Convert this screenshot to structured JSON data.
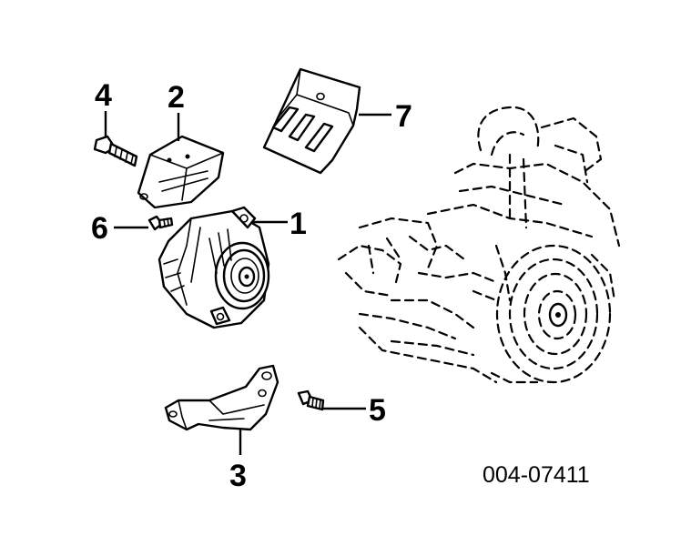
{
  "callouts": {
    "c1": "1",
    "c2": "2",
    "c3": "3",
    "c4": "4",
    "c5": "5",
    "c6": "6",
    "c7": "7"
  },
  "reference_code": "004-07411"
}
